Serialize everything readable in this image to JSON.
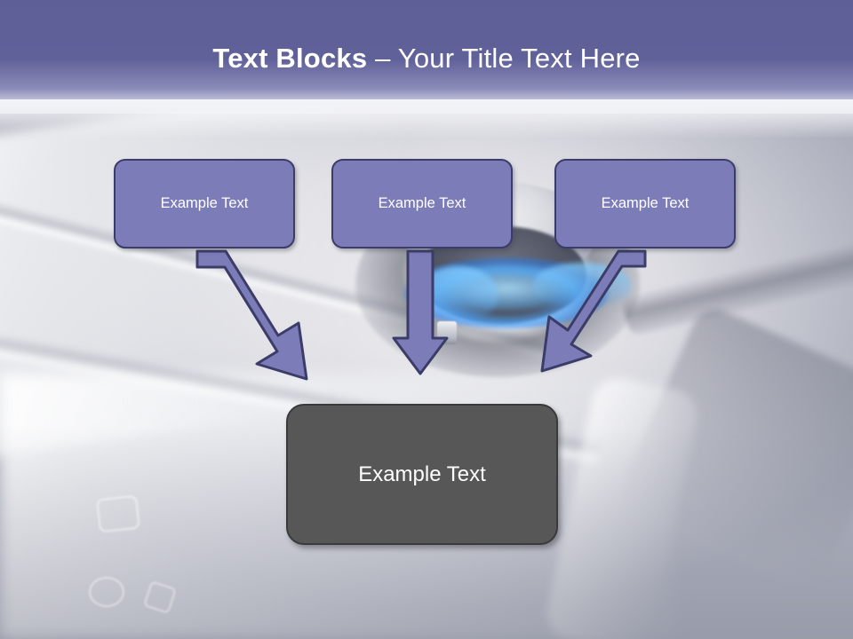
{
  "slide": {
    "title": {
      "bold_part": "Text Blocks",
      "separator": " – ",
      "regular_part": "Your Title Text Here"
    },
    "top_boxes": [
      {
        "label": "Example Text"
      },
      {
        "label": "Example Text"
      },
      {
        "label": "Example Text"
      }
    ],
    "bottom_box": {
      "label": "Example Text"
    },
    "arrows": [
      {
        "name": "arrow-left-diagonal"
      },
      {
        "name": "arrow-center-vertical"
      },
      {
        "name": "arrow-right-diagonal"
      }
    ],
    "colors": {
      "title_band": "#61619a",
      "box_fill": "#7b7cb8",
      "box_border": "#3c3c68",
      "arrow_fill": "#7b7cb8",
      "arrow_border": "#3c3c68",
      "bottom_box_fill": "#575757",
      "bottom_box_border": "#3a3a3a",
      "text_light": "#ffffff"
    },
    "background": {
      "name": "gas-stove-burner-photo"
    }
  }
}
